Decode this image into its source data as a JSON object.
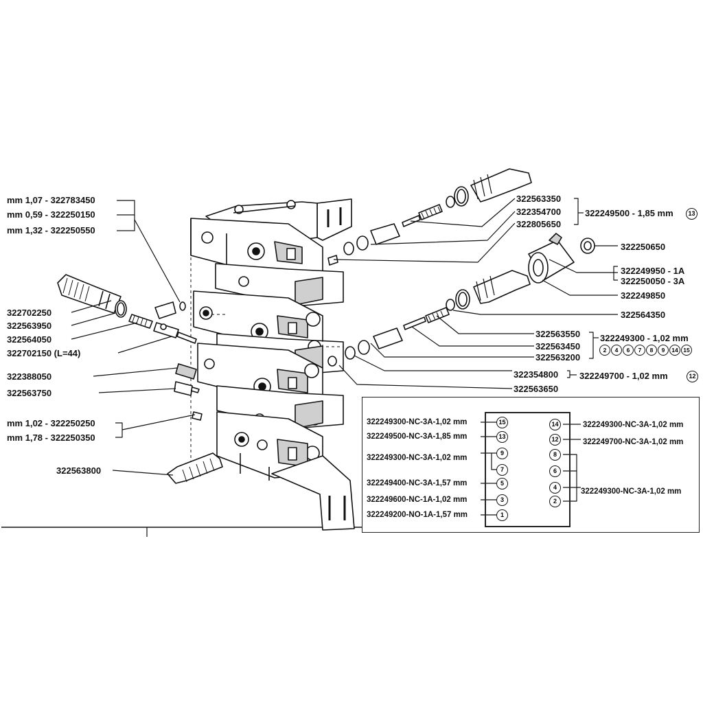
{
  "left_labels": [
    "mm 1,07 - 322783450",
    "mm 0,59 - 322250150",
    "mm 1,32 - 322250550",
    "322702250",
    "322563950",
    "322564050",
    "322702150 (L=44)",
    "322388050",
    "322563750",
    "mm 1,02 - 322250250",
    "mm 1,78 - 322250350",
    "322563800"
  ],
  "right_labels": [
    "322563350",
    "322354700",
    "322805650",
    "322249500 - 1,85 mm",
    "322250650",
    "322249950 - 1A",
    "322250050 - 3A",
    "322249850",
    "322564350",
    "322563550",
    "322563450",
    "322563200",
    "322249300 - 1,02 mm",
    "322354800",
    "322249700 - 1,02 mm",
    "322563650"
  ],
  "right_circles": {
    "c13": "13",
    "c12": "12",
    "group": [
      "2",
      "4",
      "6",
      "7",
      "8",
      "9",
      "14",
      "15"
    ]
  },
  "inventory": {
    "left": [
      {
        "label": "322249300-NC-3A-1,02 mm",
        "num": "15"
      },
      {
        "label": "322249500-NC-3A-1,85 mm",
        "num": "13"
      },
      {
        "label": "322249300-NC-3A-1,02 mm",
        "num": "9"
      },
      {
        "num": "7"
      },
      {
        "label": "322249400-NC-3A-1,57 mm",
        "num": "5"
      },
      {
        "label": "322249600-NC-1A-1,02 mm",
        "num": "3"
      },
      {
        "label": "322249200-NO-1A-1,57 mm",
        "num": "1"
      }
    ],
    "right": [
      {
        "label": "322249300-NC-3A-1,02 mm",
        "num": "14"
      },
      {
        "label": "322249700-NC-3A-1,02 mm",
        "num": "12"
      },
      {
        "num": "8"
      },
      {
        "num": "6"
      },
      {
        "label": "322249300-NC-3A-1,02 mm",
        "num": "4"
      },
      {
        "num": "2"
      }
    ]
  },
  "colors": {
    "ink": "#111111",
    "paper": "#ffffff",
    "shade": "#cfcfcf"
  }
}
